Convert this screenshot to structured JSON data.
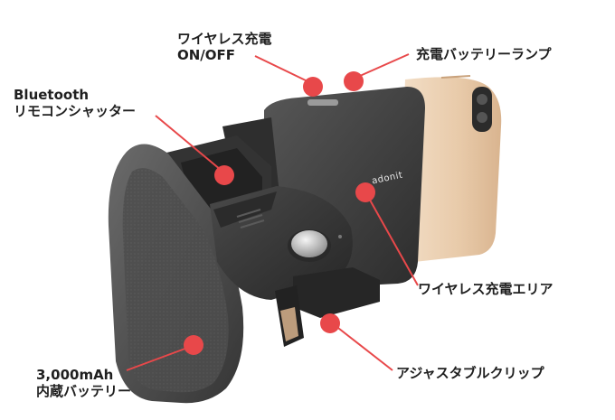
{
  "labels": {
    "wireless_switch": [
      "ワイヤレス充電",
      "ON/OFF"
    ],
    "charging_lamp": "充電バッテリーランプ",
    "bluetooth_shutter": [
      "Bluetooth",
      "リモコンシャッター"
    ],
    "wireless_charging_area": "ワイヤレス充電エリア",
    "battery": [
      "3,000mAh",
      "内蔵バッテリー"
    ],
    "adjustable_clip": "アジャスタブルクリップ"
  },
  "brand": "adonit",
  "colors": {
    "callout": "#e8484a",
    "label_text": "#1f1f1f",
    "device_dark": "#3a3a3a",
    "phone_gold": "#e9cfb3"
  }
}
